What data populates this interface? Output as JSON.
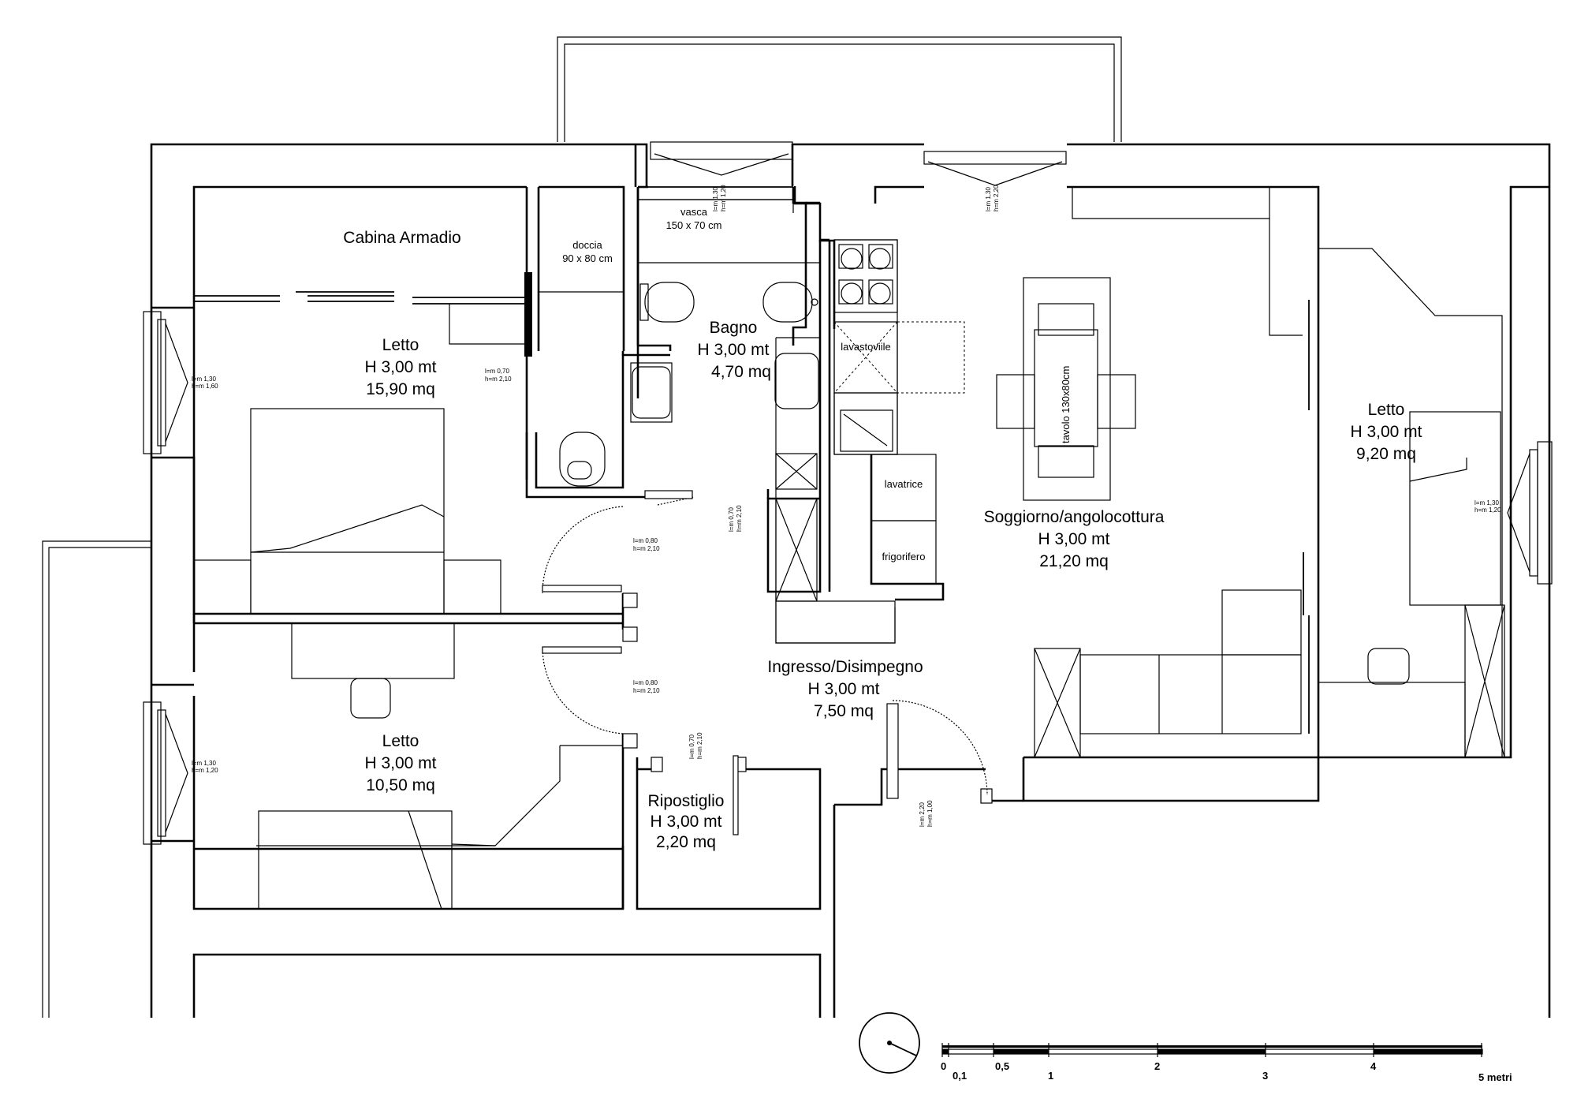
{
  "rooms": {
    "cabina": {
      "name": "Cabina Armadio"
    },
    "letto1": {
      "name": "Letto",
      "height": "H 3,00 mt",
      "area": "15,90 mq"
    },
    "bagno": {
      "name": "Bagno",
      "height": "H 3,00 mt",
      "area": "4,70 mq"
    },
    "letto2": {
      "name": "Letto",
      "height": "H 3,00 mt",
      "area": "10,50 mq"
    },
    "ripostiglio": {
      "name": "Ripostiglio",
      "height": "H 3,00 mt",
      "area": "2,20 mq"
    },
    "ingresso": {
      "name": "Ingresso/Disimpegno",
      "height": "H 3,00 mt",
      "area": "7,50 mq"
    },
    "soggiorno": {
      "name": "Soggiorno/angolocottura",
      "height": "H 3,00 mt",
      "area": "21,20 mq"
    },
    "letto3": {
      "name": "Letto",
      "height": "H 3,00 mt",
      "area": "9,20 mq"
    }
  },
  "fixtures": {
    "doccia": "doccia",
    "doccia_size": "90 x 80 cm",
    "vasca": "vasca",
    "vasca_size": "150 x 70 cm",
    "lavastoviglie": "lavastoviile",
    "lavatrice": "lavatrice",
    "frigorifero": "frigorifero",
    "tavolo": "tavolo 130x80cm"
  },
  "openings": {
    "w_letto1": [
      "l=m 1,30",
      "h=m 1,60"
    ],
    "w_letto2": [
      "l=m 1,30",
      "h=m 1,20"
    ],
    "w_letto3": [
      "l=m 1,30",
      "h=m 1,20"
    ],
    "w_bagno": [
      "l=m 1,30",
      "h=m 1,20"
    ],
    "w_soggiorno": [
      "l=m 1,30",
      "h=m 2,20"
    ],
    "d_letto1": [
      "l=m 0,70",
      "h=m 2,10"
    ],
    "d_bagno": [
      "l=m 0,70",
      "h=m 2,10"
    ],
    "d_corr1": [
      "l=m 0,80",
      "h=m 2,10"
    ],
    "d_corr2": [
      "l=m 0,80",
      "h=m 2,10"
    ],
    "d_rip": [
      "l=m 0,70",
      "h=m 2,10"
    ],
    "d_ingresso": [
      "l=m 2,20",
      "h=m 1,00"
    ]
  },
  "scale": {
    "ticks": [
      "0",
      "0,1",
      "0,5",
      "1",
      "2",
      "3",
      "4",
      "5 metri"
    ]
  }
}
